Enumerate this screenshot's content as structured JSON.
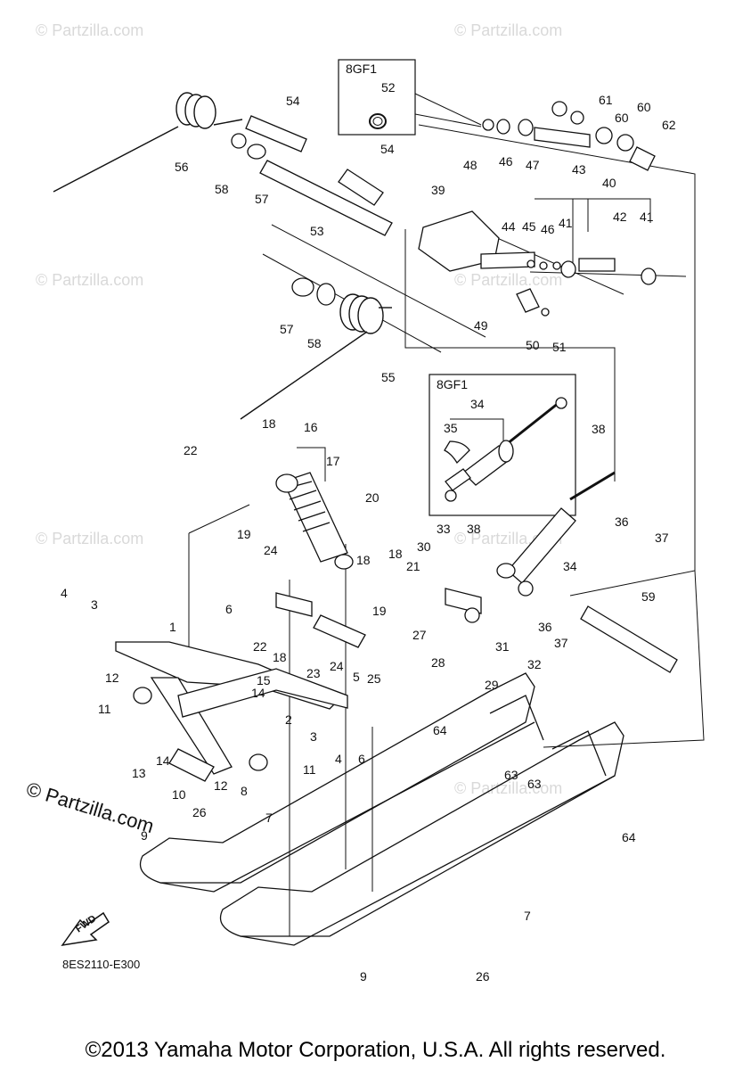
{
  "watermark": "© Partzilla.com",
  "brand_watermark": "© Partzilla.com",
  "fwd_label": "FWD",
  "diagram_code": "8ES2110-E300",
  "copyright": "©2013 Yamaha Motor Corporation, U.S.A. All rights reserved.",
  "inset_boxes": [
    {
      "label": "8GF1",
      "part": "52"
    },
    {
      "label": "8GF1",
      "parts": [
        "34",
        "35"
      ]
    }
  ],
  "callouts": {
    "p1": "1",
    "p2": "2",
    "p3a": "3",
    "p3b": "3",
    "p4a": "4",
    "p4b": "4",
    "p5": "5",
    "p6a": "6",
    "p6b": "6",
    "p7a": "7",
    "p7b": "7",
    "p8": "8",
    "p9a": "9",
    "p9b": "9",
    "p10": "10",
    "p11a": "11",
    "p11b": "11",
    "p12a": "12",
    "p12b": "12",
    "p13": "13",
    "p14a": "14",
    "p14b": "14",
    "p15": "15",
    "p16": "16",
    "p17": "17",
    "p18a": "18",
    "p18b": "18",
    "p18c": "18",
    "p18d": "18",
    "p19a": "19",
    "p19b": "19",
    "p20": "20",
    "p21": "21",
    "p22a": "22",
    "p22b": "22",
    "p23": "23",
    "p24a": "24",
    "p24b": "24",
    "p25": "25",
    "p26a": "26",
    "p26b": "26",
    "p27": "27",
    "p28": "28",
    "p29": "29",
    "p30": "30",
    "p31": "31",
    "p32": "32",
    "p33": "33",
    "p34a": "34",
    "p34b": "34",
    "p35": "35",
    "p36a": "36",
    "p36b": "36",
    "p37a": "37",
    "p37b": "37",
    "p38a": "38",
    "p38b": "38",
    "p39": "39",
    "p40": "40",
    "p41a": "41",
    "p41b": "41",
    "p42": "42",
    "p43": "43",
    "p44": "44",
    "p45": "45",
    "p46a": "46",
    "p46b": "46",
    "p47": "47",
    "p48": "48",
    "p49": "49",
    "p50": "50",
    "p51": "51",
    "p52": "52",
    "p53": "53",
    "p54a": "54",
    "p54b": "54",
    "p55": "55",
    "p56": "56",
    "p57a": "57",
    "p57b": "57",
    "p58a": "58",
    "p58b": "58",
    "p59": "59",
    "p60a": "60",
    "p60b": "60",
    "p61": "61",
    "p62": "62",
    "p63a": "63",
    "p63b": "63",
    "p64a": "64",
    "p64b": "64"
  }
}
